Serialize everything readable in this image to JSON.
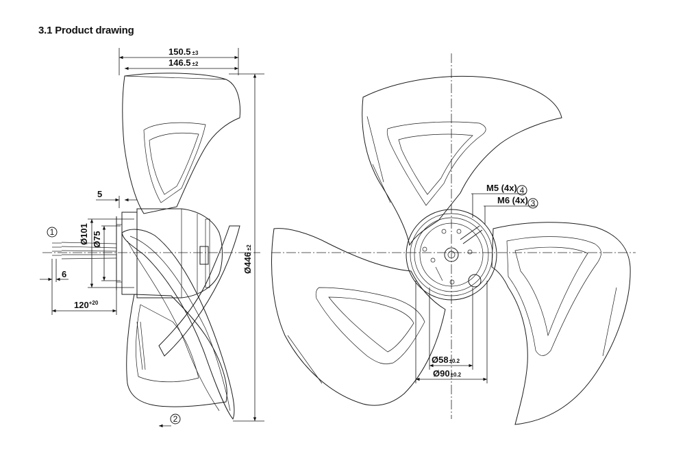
{
  "section_title": "3.1 Product drawing",
  "dimensions": {
    "width_outer": {
      "value": "150.5",
      "tol": "±3"
    },
    "width_inner": {
      "value": "146.5",
      "tol": "±2"
    },
    "offset_5": {
      "value": "5"
    },
    "dia_101": {
      "value": "Ø101"
    },
    "dia_75": {
      "value": "Ø75"
    },
    "dia_446": {
      "value": "Ø446",
      "tol": "±2"
    },
    "cable_6": {
      "value": "6"
    },
    "cable_120": {
      "value": "120",
      "tol": "+20"
    },
    "m5": {
      "value": "M5 (4x)"
    },
    "m6": {
      "value": "M6 (4x)"
    },
    "dia_58": {
      "value": "Ø58",
      "tol": "±0.2"
    },
    "dia_90": {
      "value": "Ø90",
      "tol": "±0.2"
    }
  },
  "callouts": {
    "c1": "1",
    "c2": "2",
    "c3": "3",
    "c4": "4"
  }
}
